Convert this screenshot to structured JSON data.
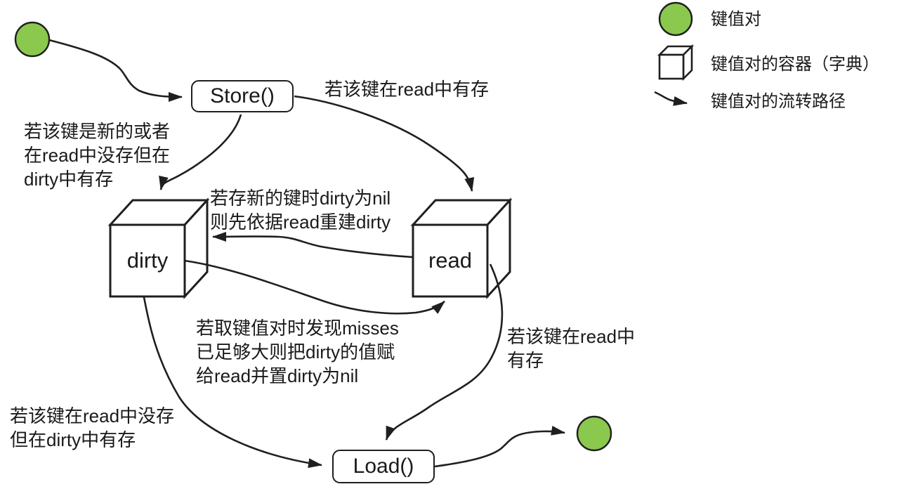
{
  "diagram": {
    "title_hint": "sync.Map key-value flow diagram",
    "nodes": {
      "store": {
        "label": "Store()"
      },
      "load": {
        "label": "Load()"
      },
      "dirty": {
        "label": "dirty"
      },
      "read": {
        "label": "read"
      }
    },
    "annotations": {
      "store_to_read": "若该键在read中有存",
      "store_to_dirty": "若该键是新的或者\n在read中没存但在\ndirty中有存",
      "read_to_dirty": "若存新的键时dirty为nil\n则先依据read重建dirty",
      "dirty_to_read": "若取键值对时发现misses\n已足够大则把dirty的值赋\n给read并置dirty为nil",
      "read_to_load": "若该键在read中\n有存",
      "dirty_to_load": "若该键在read中没存\n但在dirty中有存"
    },
    "colors": {
      "key_value_green": "#8bc84e",
      "stroke": "#1f1f1f"
    }
  },
  "legend": {
    "items": [
      {
        "icon": "key-value-circle",
        "label": "键值对"
      },
      {
        "icon": "container-cube",
        "label": "键值对的容器（字典）"
      },
      {
        "icon": "flow-arrow",
        "label": "键值对的流转路径"
      }
    ]
  }
}
